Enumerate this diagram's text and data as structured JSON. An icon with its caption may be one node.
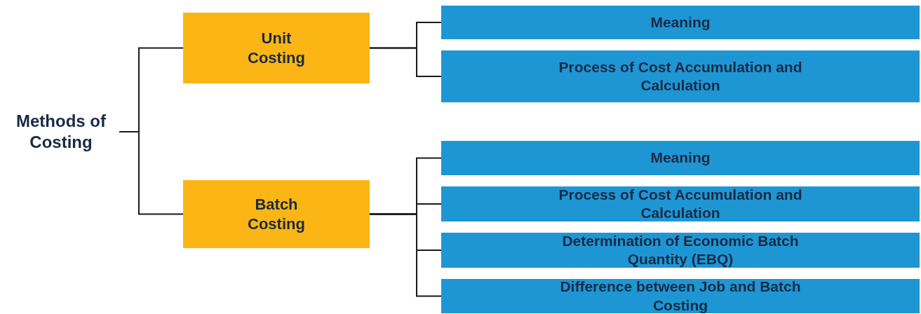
{
  "diagram": {
    "nodes": [
      {
        "text": [
          "Methods of Costing"
        ]
      },
      {
        "text": [
          "Unit Costing"
        ]
      },
      {
        "text": [
          "Meaning"
        ]
      },
      {
        "text": [
          "Process of Cost Accumulation and Calculation"
        ]
      },
      {
        "text": [
          "Batch Costing"
        ]
      },
      {
        "text": [
          "Meaning"
        ]
      },
      {
        "text": [
          "Process of Cost Accumulation and Calculation"
        ]
      },
      {
        "text": [
          "Determination of Economic Batch Quantity (EBQ)"
        ]
      },
      {
        "text": [
          "Difference between Job and Batch Costing"
        ]
      }
    ],
    "edges": [
      {
        "from": 0,
        "to": 1,
        "arrow": "none"
      },
      {
        "from": 0,
        "to": 4,
        "arrow": "none"
      },
      {
        "from": 1,
        "to": 2,
        "arrow": "none"
      },
      {
        "from": 1,
        "to": 3,
        "arrow": "none"
      },
      {
        "from": 4,
        "to": 5,
        "arrow": "none"
      },
      {
        "from": 4,
        "to": 6,
        "arrow": "none"
      },
      {
        "from": 4,
        "to": 7,
        "arrow": "none"
      },
      {
        "from": 4,
        "to": 8,
        "arrow": "none"
      }
    ]
  }
}
